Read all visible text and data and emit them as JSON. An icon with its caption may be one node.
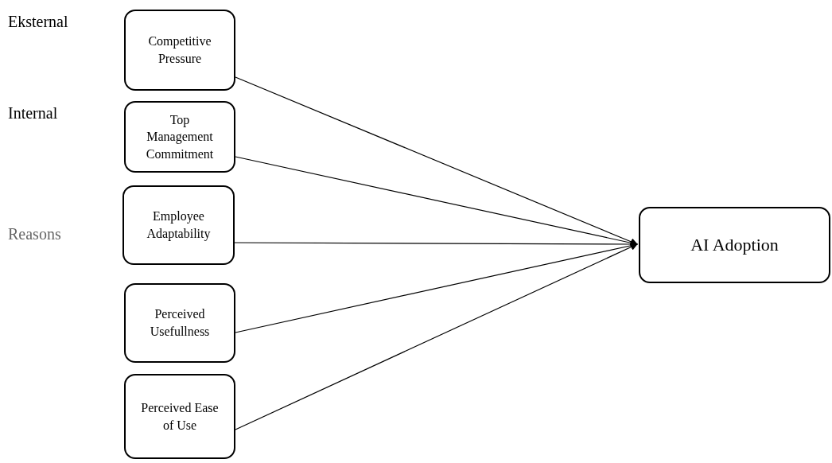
{
  "diagram": {
    "nodes": [
      {
        "text": [
          "Competitive Pressure"
        ]
      },
      {
        "text": [
          "Top Management Commitment"
        ]
      },
      {
        "text": [
          "Employee Adaptability"
        ]
      },
      {
        "text": [
          "Perceived Usefullness"
        ]
      },
      {
        "text": [
          "Perceived Ease of Use"
        ]
      },
      {
        "text": [
          "AI Adoption"
        ]
      }
    ],
    "edges": [
      {
        "from": 0,
        "to": 5,
        "arrow": "to"
      },
      {
        "from": 1,
        "to": 5,
        "arrow": "to"
      },
      {
        "from": 2,
        "to": 5,
        "arrow": "to"
      },
      {
        "from": 3,
        "to": 5,
        "arrow": "to"
      },
      {
        "from": 4,
        "to": 5,
        "arrow": "to"
      }
    ],
    "labels": [
      "Eksternal",
      "Internal",
      "Reasons"
    ]
  }
}
